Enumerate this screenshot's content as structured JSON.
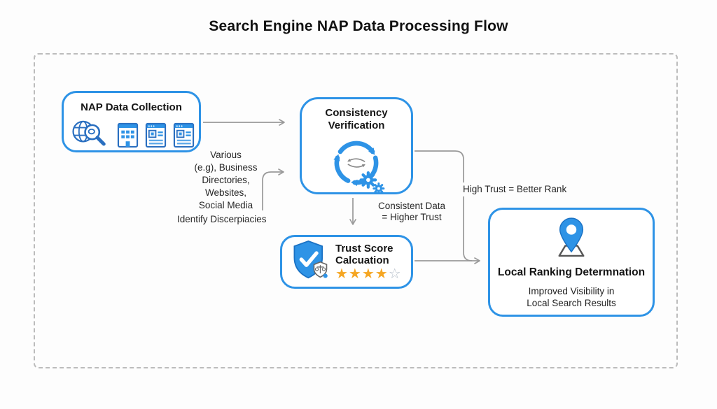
{
  "title": "Search Engine NAP Data Processing Flow",
  "nodes": {
    "collection": {
      "title": "NAP Data Collection"
    },
    "verification": {
      "title_line1": "Consistency",
      "title_line2": "Verification"
    },
    "trust": {
      "title_line1": "Trust Score",
      "title_line2": "Calcuation",
      "rating": {
        "filled": 4,
        "total": 5,
        "stars_filled": "★★★★",
        "stars_empty": "☆"
      }
    },
    "ranking": {
      "title": "Local Ranking Determnation",
      "subtitle_line1": "Improved Visibility in",
      "subtitle_line2": "Local Search Results"
    }
  },
  "annotations": {
    "sources_line1": "Various",
    "sources_line2": "(e.g), Business",
    "sources_line3": "Directories,",
    "sources_line4": "Websites,",
    "sources_line5": "Social Media",
    "identify": "Identify Discerpiacies",
    "consistent_line1": "Consistent Data",
    "consistent_line2": "= Higher Trust",
    "high_trust": "High Trust = Better Rank"
  },
  "colors": {
    "node_border_blue": "#2e93e6",
    "icon_blue_dark": "#2a6fc0",
    "star_gold": "#f5a623",
    "connector_gray": "#999999",
    "dashed_border": "#bcbcbc"
  }
}
